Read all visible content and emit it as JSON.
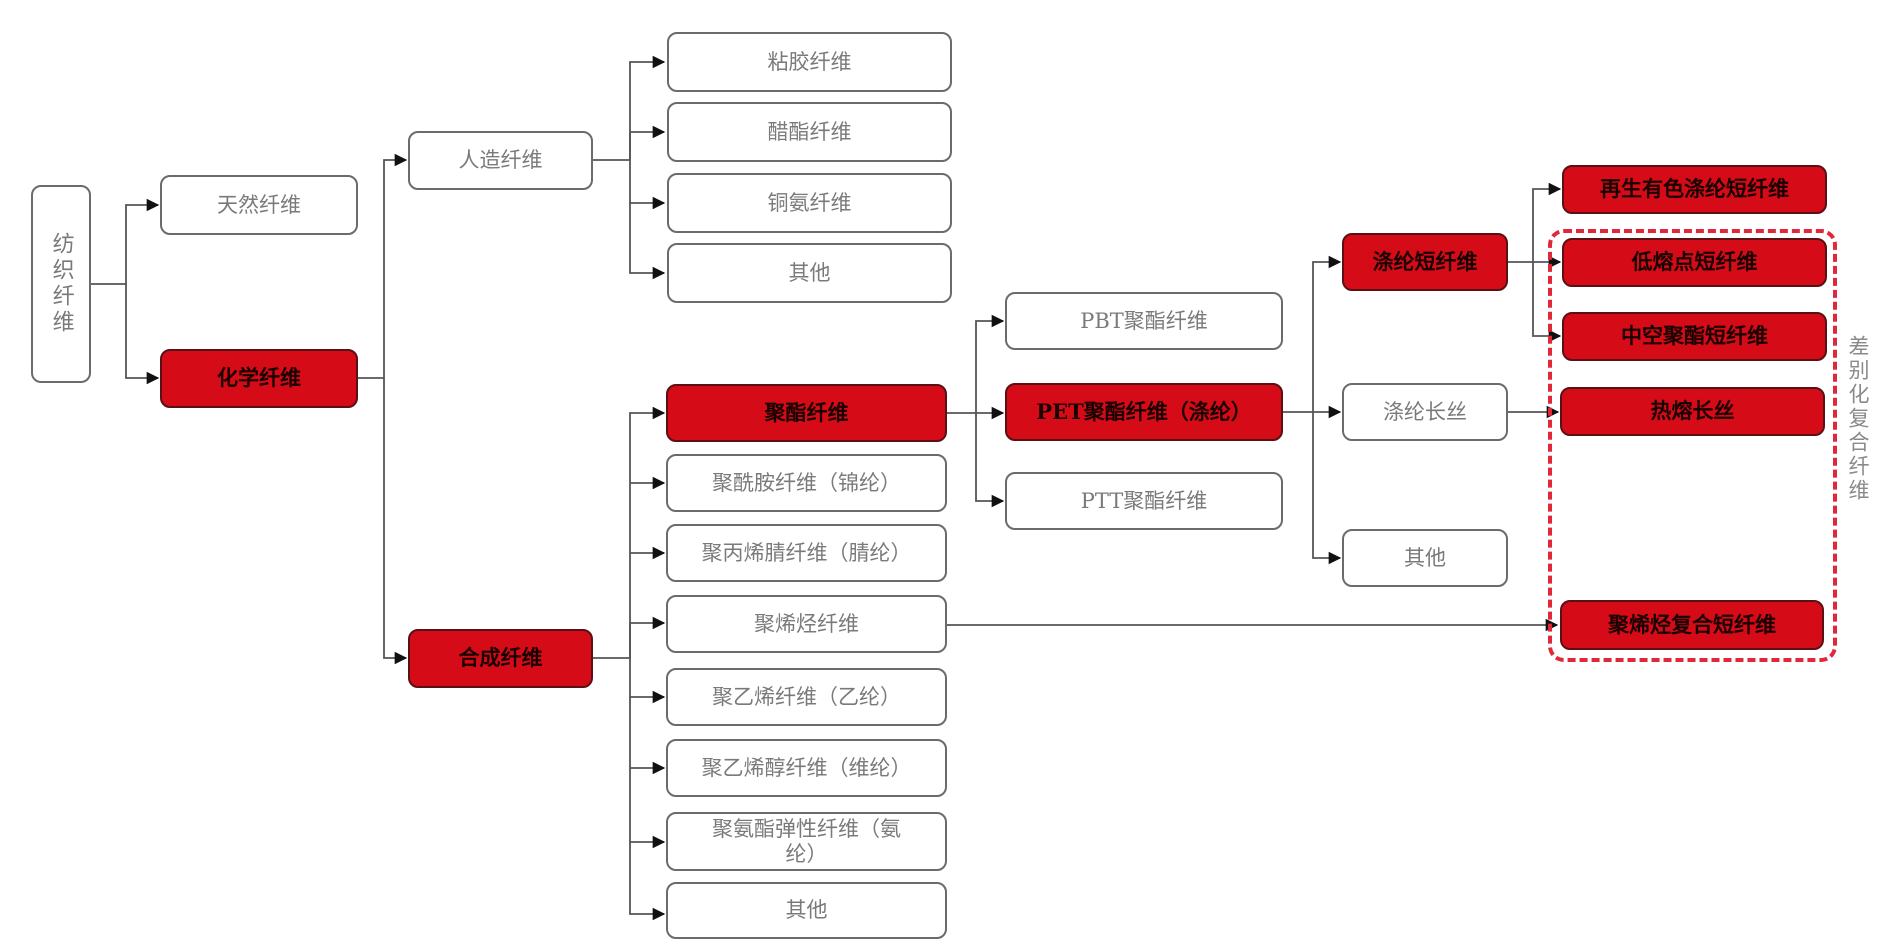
{
  "colors": {
    "highlight_fill": "#d50c17",
    "normal_fill": "#ffffff",
    "border": "#6b6b6b",
    "dashed_group": "#e0283a",
    "connector": "#555555"
  },
  "root": {
    "label": "纺织纤维"
  },
  "level1": {
    "natural": {
      "label": "天然纤维",
      "highlighted": false
    },
    "chemical": {
      "label": "化学纤维",
      "highlighted": true
    }
  },
  "level2": {
    "man_made": {
      "label": "人造纤维",
      "highlighted": false
    },
    "synthetic": {
      "label": "合成纤维",
      "highlighted": true
    }
  },
  "man_made_children": [
    {
      "label": "粘胶纤维",
      "highlighted": false
    },
    {
      "label": "醋酯纤维",
      "highlighted": false
    },
    {
      "label": "铜氨纤维",
      "highlighted": false
    },
    {
      "label": "其他",
      "highlighted": false
    }
  ],
  "synthetic_children": [
    {
      "label": "聚酯纤维",
      "highlighted": true
    },
    {
      "label": "聚酰胺纤维（锦纶）",
      "highlighted": false
    },
    {
      "label": "聚丙烯腈纤维（腈纶）",
      "highlighted": false
    },
    {
      "label": "聚烯烃纤维",
      "highlighted": false
    },
    {
      "label": "聚乙烯纤维（乙纶）",
      "highlighted": false
    },
    {
      "label": "聚乙烯醇纤维（维纶）",
      "highlighted": false
    },
    {
      "label": "聚氨酯弹性纤维（氨纶）",
      "highlighted": false
    },
    {
      "label": "其他",
      "highlighted": false
    }
  ],
  "polyester_children": [
    {
      "label": "PBT聚酯纤维",
      "highlighted": false
    },
    {
      "label": "PET聚酯纤维（涤纶）",
      "highlighted": true
    },
    {
      "label": "PTT聚酯纤维",
      "highlighted": false
    }
  ],
  "pet_children": [
    {
      "label": "涤纶短纤维",
      "highlighted": true
    },
    {
      "label": "涤纶长丝",
      "highlighted": false
    },
    {
      "label": "其他",
      "highlighted": false
    }
  ],
  "products": [
    {
      "label": "再生有色涤纶短纤维",
      "highlighted": true
    },
    {
      "label": "低熔点短纤维",
      "highlighted": true
    },
    {
      "label": "中空聚酯短纤维",
      "highlighted": true
    },
    {
      "label": "热熔长丝",
      "highlighted": true
    },
    {
      "label": "聚烯烃复合短纤维",
      "highlighted": true
    }
  ],
  "group": {
    "label": "差别化复合纤维"
  }
}
